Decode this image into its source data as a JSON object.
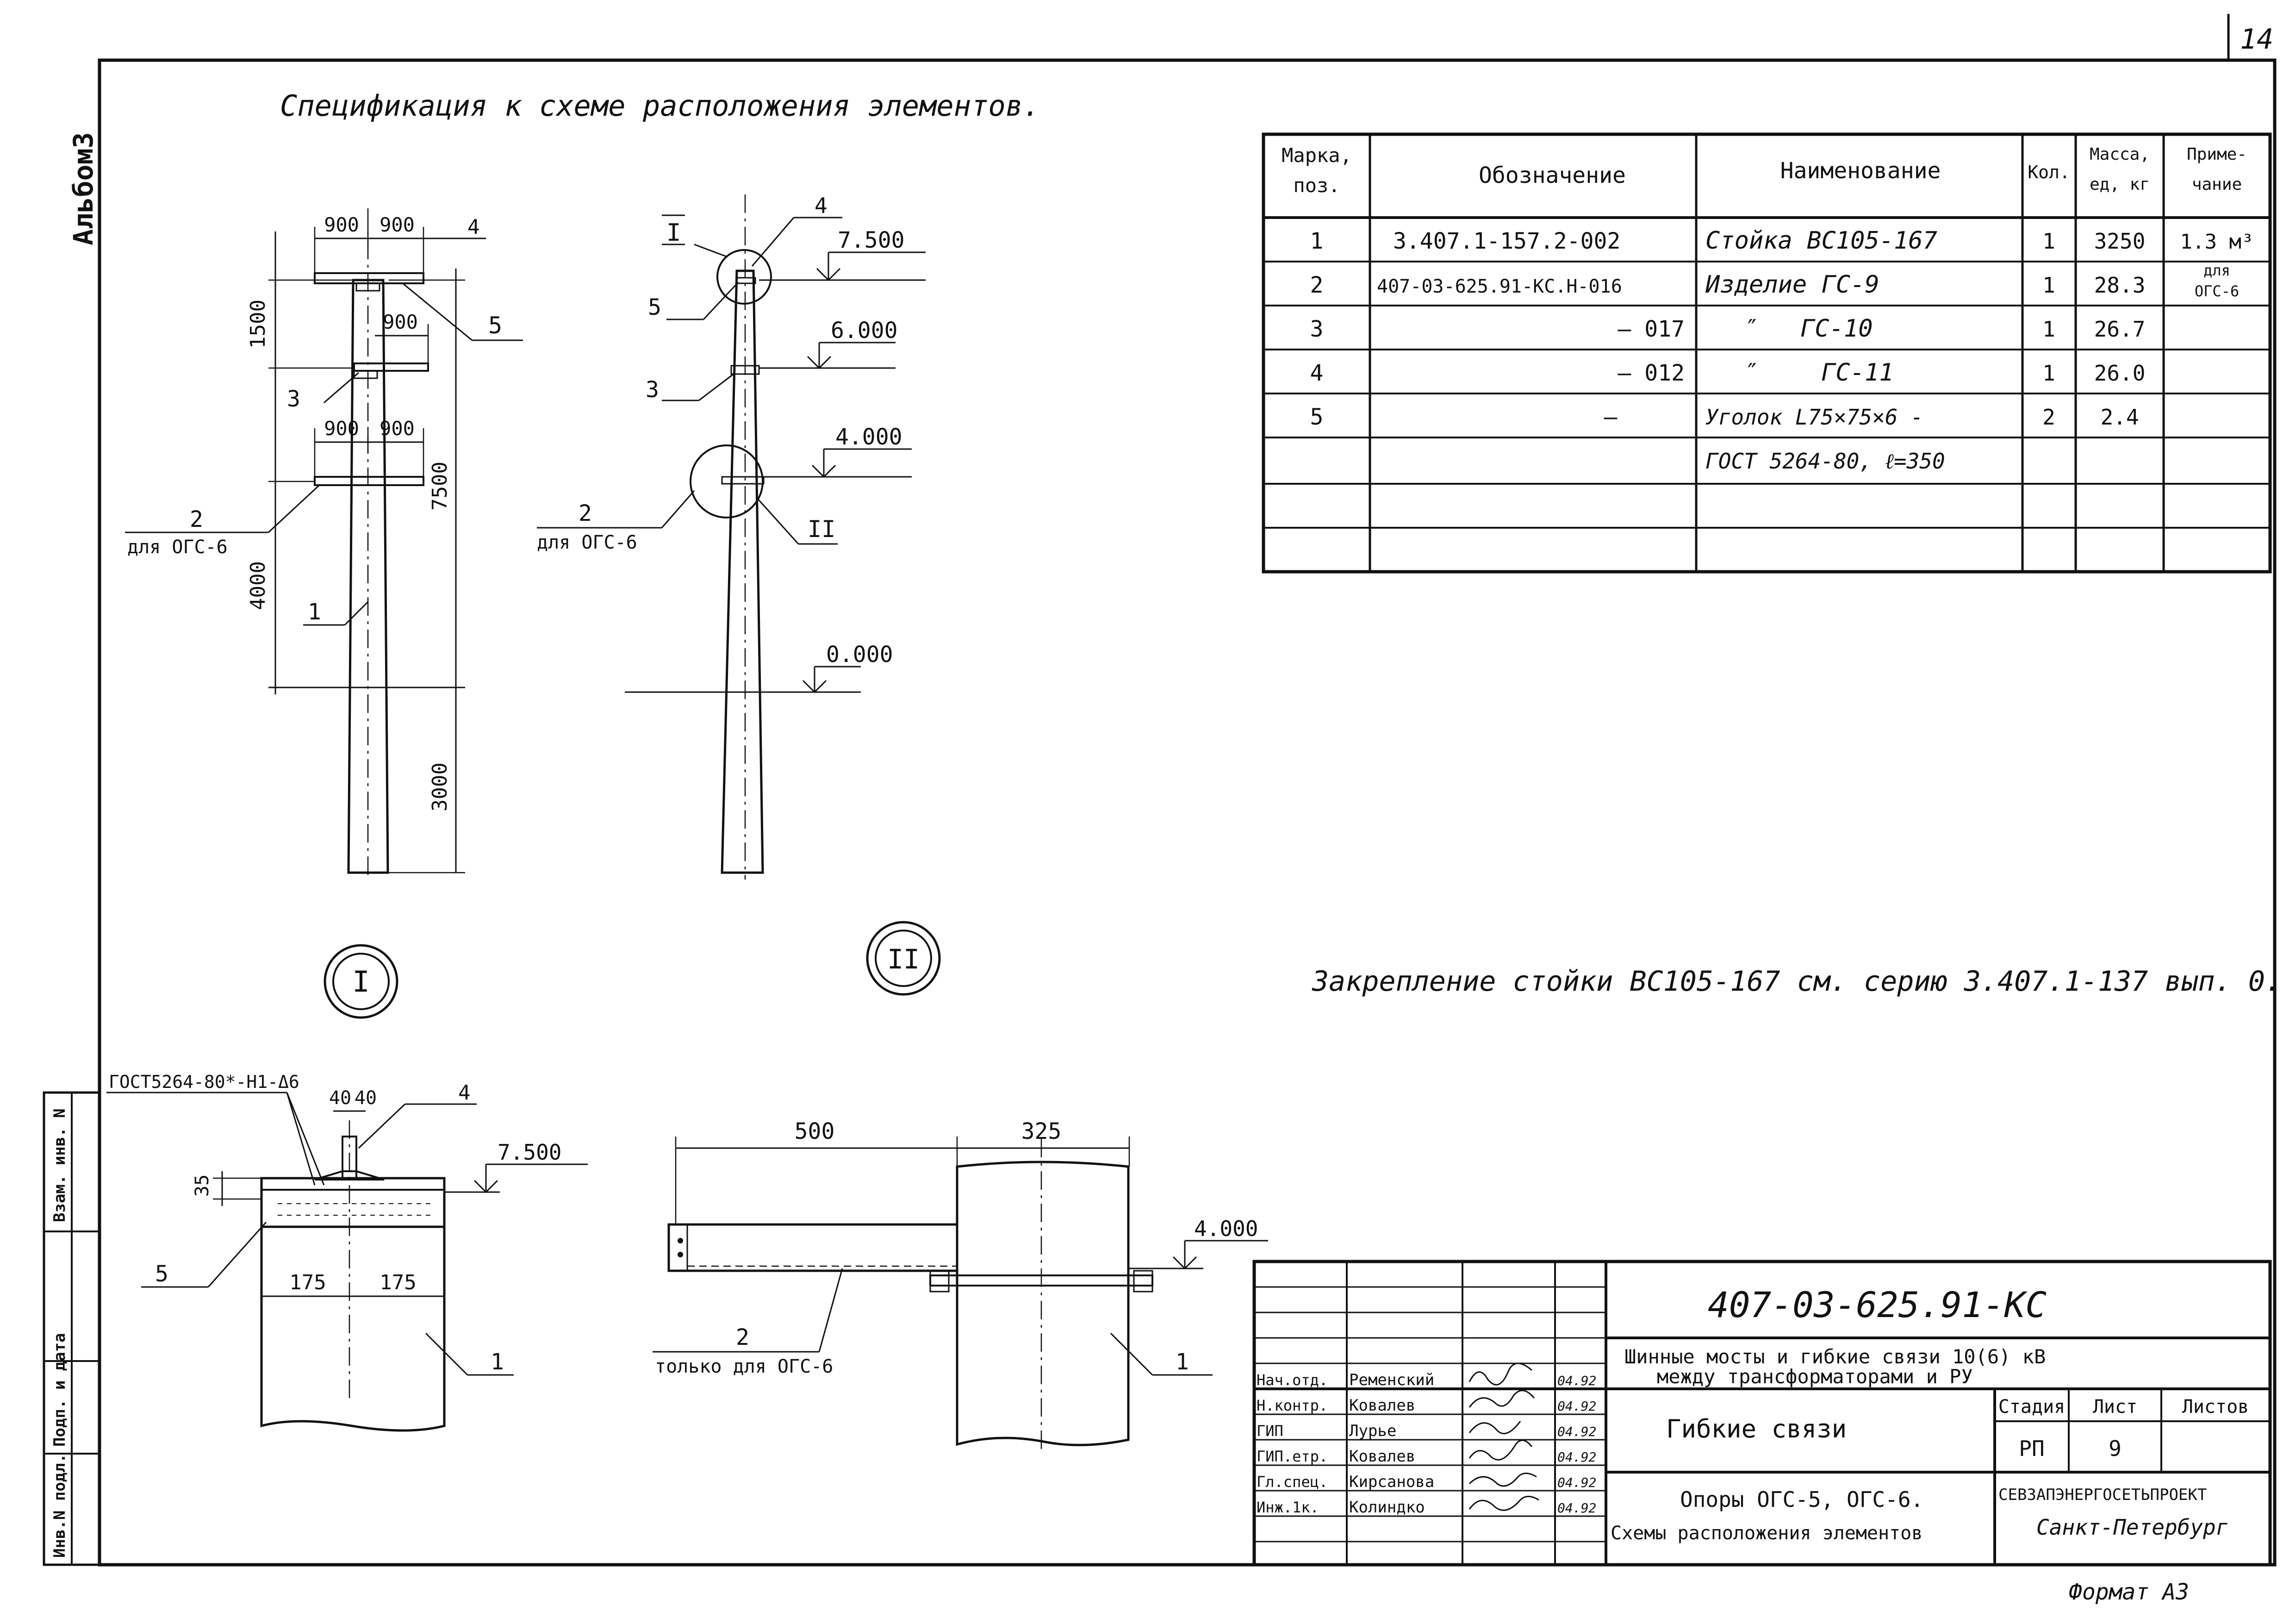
{
  "page": {
    "sheet_corner_number": "14",
    "side_label": "Альбом3",
    "format": "Формат А3"
  },
  "spec": {
    "title": "Спецификация к схеме расположения элементов.",
    "headers": {
      "mark_l1": "Марка,",
      "mark_l2": "поз.",
      "designation": "Обозначение",
      "name": "Наименование",
      "qty": "Кол.",
      "mass_l1": "Масса,",
      "mass_l2": "ед, кг",
      "note_l1": "Приме-",
      "note_l2": "чание"
    },
    "rows": [
      {
        "mark": "1",
        "designation": "3.407.1-157.2-002",
        "name": "Стойка ВС105-167",
        "qty": "1",
        "mass": "3250",
        "note": "1.3 м³"
      },
      {
        "mark": "2",
        "designation": "407-03-625.91-КС.Н-016",
        "name": "Изделие ГС-9",
        "qty": "1",
        "mass": "28.3",
        "note_l1": "для",
        "note_l2": "ОГС-6"
      },
      {
        "mark": "3",
        "designation": "— 017",
        "name_q": "″",
        "name": "ГС-10",
        "qty": "1",
        "mass": "26.7"
      },
      {
        "mark": "4",
        "designation": "— 012",
        "name_q": "″",
        "name": "ГС-11",
        "qty": "1",
        "mass": "26.0"
      },
      {
        "mark": "5",
        "designation": "—",
        "name": "Уголок L75×75×6 -",
        "qty": "2",
        "mass": "2.4"
      },
      {
        "name": "ГОСТ 5264-80, ℓ=350"
      }
    ]
  },
  "note": "Закрепление стойки ВС105-167 см. серию 3.407.1-137 вып. 0.",
  "drawing1": {
    "dim_900a": "900",
    "dim_900b": "900",
    "dim_900c": "900",
    "dim_900d": "900",
    "dim_900e": "900",
    "dim_1500": "1500",
    "dim_7500": "7500",
    "dim_4000": "4000",
    "dim_3000": "3000",
    "pos_4": "4",
    "pos_5": "5",
    "pos_3": "3",
    "pos_2": "2",
    "pos_2_note": "для ОГС-6",
    "pos_1": "1"
  },
  "drawing2": {
    "mark_I": "I",
    "mark_II": "II",
    "pos_4": "4",
    "pos_5": "5",
    "pos_3": "3",
    "pos_2": "2",
    "pos_2_note": "для ОГС-6",
    "lvl_7500": "7.500",
    "lvl_6000": "6.000",
    "lvl_4000": "4.000",
    "lvl_0000": "0.000"
  },
  "detail1": {
    "label": "I",
    "gost": "ГОСТ5264-80*-Н1-Δ6",
    "dim_40a": "40",
    "dim_40b": "40",
    "pos_4": "4",
    "lvl": "7.500",
    "dim_35": "35",
    "pos_5": "5",
    "dim_175a": "175",
    "dim_175b": "175",
    "pos_1": "1"
  },
  "detail2": {
    "label": "II",
    "dim_500": "500",
    "dim_325": "325",
    "lvl": "4.000",
    "pos_2": "2",
    "pos_2_note": "только для ОГС-6",
    "pos_1": "1"
  },
  "title_block": {
    "code": "407-03-625.91-КС",
    "project_l1": "Шинные мосты и гибкие связи 10(6) кВ",
    "project_l2": "между трансформаторами и РУ",
    "sheet_title": "Гибкие связи",
    "drawing_l1": "Опоры ОГС-5, ОГС-6.",
    "drawing_l2": "Схемы расположения элементов",
    "stage_h": "Стадия",
    "sheet_h": "Лист",
    "sheets_h": "Листов",
    "stage": "РП",
    "sheet": "9",
    "org": "СЕВЗАПЭНЕРГОСЕТЬПРОЕКТ",
    "city": "Санкт-Петербург",
    "signers": [
      {
        "role": "Нач.отд.",
        "name": "Ременский",
        "date": "04.92"
      },
      {
        "role": "Н.контр.",
        "name": "Ковалев",
        "date": "04.92"
      },
      {
        "role": "ГИП",
        "name": "Лурье",
        "date": "04.92"
      },
      {
        "role": "ГИП.етр.",
        "name": "Ковалев",
        "date": "04.92"
      },
      {
        "role": "Гл.спец.",
        "name": "Кирсанова",
        "date": "04.92"
      },
      {
        "role": "Инж.1к.",
        "name": "Колиндко",
        "date": "04.92"
      }
    ]
  },
  "side_stamp": {
    "inv_podl": "Инв.N подл.",
    "podp_data": "Подп. и дата",
    "vzam_inv": "Взам. инв. N"
  }
}
